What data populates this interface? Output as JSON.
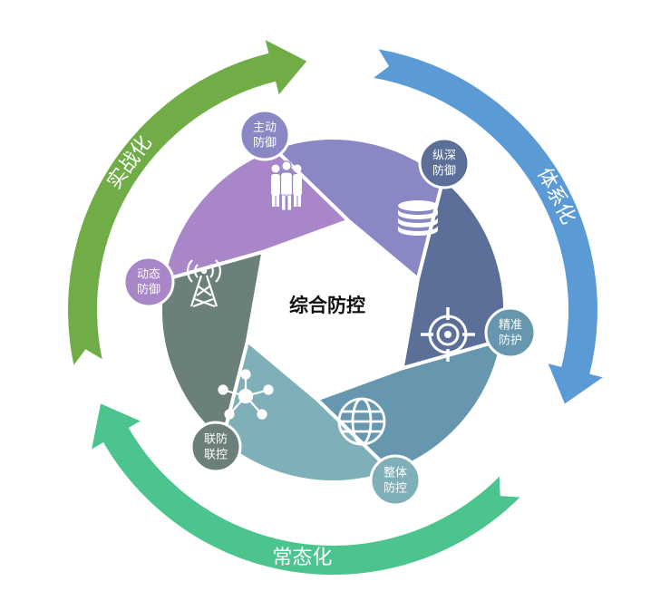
{
  "center": {
    "title": "综合防控"
  },
  "outer_arrows": [
    {
      "id": "top-right",
      "label": "体系化",
      "color": "#5b9bd5"
    },
    {
      "id": "bottom",
      "label": "常态化",
      "color": "#4cc48d"
    },
    {
      "id": "left",
      "label": "实战化",
      "color": "#70ad47"
    }
  ],
  "segments": [
    {
      "id": "proactive",
      "line1": "主动",
      "line2": "防御",
      "color": "#8a87c5",
      "icon": "people-icon"
    },
    {
      "id": "in-depth",
      "line1": "纵深",
      "line2": "防御",
      "color": "#5b6f99",
      "icon": "database-icon"
    },
    {
      "id": "precise",
      "line1": "精准",
      "line2": "防护",
      "color": "#6697ae",
      "icon": "target-icon"
    },
    {
      "id": "holistic",
      "line1": "整体",
      "line2": "防控",
      "color": "#7fb0b9",
      "icon": "globe-icon"
    },
    {
      "id": "joint",
      "line1": "联防",
      "line2": "联控",
      "color": "#6b7f7b",
      "icon": "network-icon"
    },
    {
      "id": "dynamic",
      "line1": "动态",
      "line2": "防御",
      "color": "#a886c7",
      "icon": "signal-tower-icon"
    }
  ]
}
